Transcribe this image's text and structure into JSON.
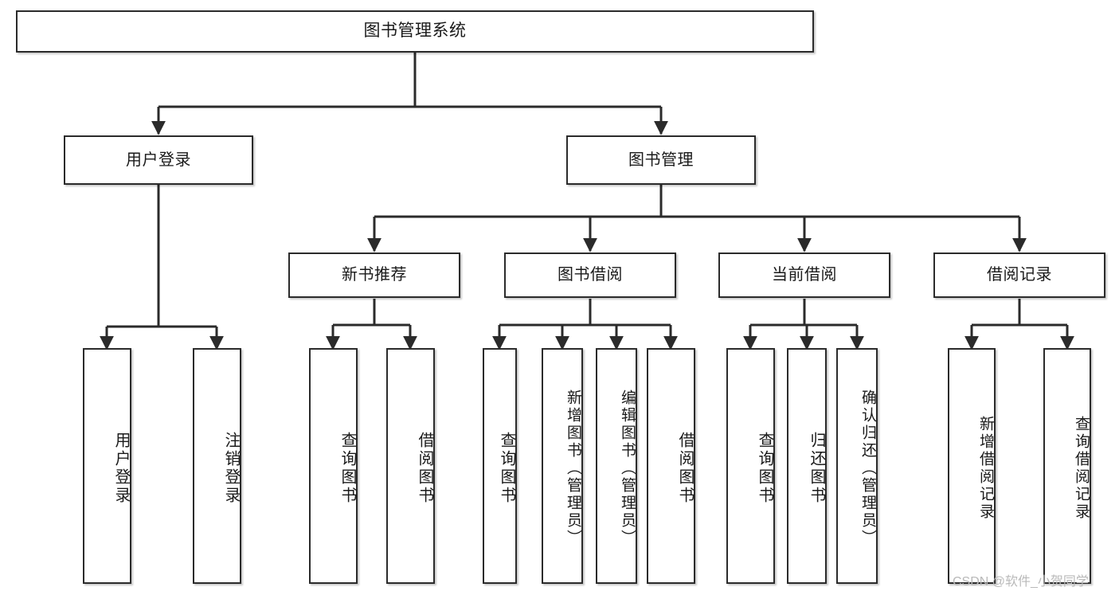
{
  "diagram": {
    "title": "图书管理系统",
    "type": "functional-hierarchy-tree",
    "watermark": "CSDN @软件_小贺同学",
    "colors": {
      "box_border": "#2b2b2b",
      "box_fill": "#ffffff",
      "edge": "#2b2b2b",
      "text": "#1a1a1a",
      "watermark": "#b9b9b9",
      "background": "#ffffff"
    },
    "nodes": {
      "root": {
        "label": "图书管理系统",
        "level": 1
      },
      "user_login": {
        "label": "用户登录",
        "level": 2
      },
      "book_manage": {
        "label": "图书管理",
        "level": 2
      },
      "new_book_rec": {
        "label": "新书推荐",
        "level": 3
      },
      "book_borrow": {
        "label": "图书借阅",
        "level": 3
      },
      "current_borrow": {
        "label": "当前借阅",
        "level": 3
      },
      "borrow_record": {
        "label": "借阅记录",
        "level": 3
      },
      "leaf_user_login": {
        "label": "用户登录",
        "level": 4
      },
      "leaf_logout": {
        "label": "注销登录",
        "level": 4
      },
      "leaf_query_book_1": {
        "label": "查询图书",
        "level": 4
      },
      "leaf_borrow_book_1": {
        "label": "借阅图书",
        "level": 4
      },
      "leaf_query_book_2": {
        "label": "查询图书",
        "level": 4
      },
      "leaf_add_book": {
        "label": "新增图书（管理员）",
        "level": 4
      },
      "leaf_edit_book": {
        "label": "编辑图书（管理员）",
        "level": 4
      },
      "leaf_borrow_book_2": {
        "label": "借阅图书",
        "level": 4
      },
      "leaf_query_book_3": {
        "label": "查询图书",
        "level": 4
      },
      "leaf_return_book": {
        "label": "归还图书",
        "level": 4
      },
      "leaf_confirm_return": {
        "label": "确认归还（管理员）",
        "level": 4
      },
      "leaf_add_record": {
        "label": "新增借阅记录",
        "level": 4
      },
      "leaf_query_record": {
        "label": "查询借阅记录",
        "level": 4
      }
    },
    "edges": [
      {
        "from": "root",
        "to": "user_login"
      },
      {
        "from": "root",
        "to": "book_manage"
      },
      {
        "from": "user_login",
        "to": "leaf_user_login"
      },
      {
        "from": "user_login",
        "to": "leaf_logout"
      },
      {
        "from": "book_manage",
        "to": "new_book_rec"
      },
      {
        "from": "book_manage",
        "to": "book_borrow"
      },
      {
        "from": "book_manage",
        "to": "current_borrow"
      },
      {
        "from": "book_manage",
        "to": "borrow_record"
      },
      {
        "from": "new_book_rec",
        "to": "leaf_query_book_1"
      },
      {
        "from": "new_book_rec",
        "to": "leaf_borrow_book_1"
      },
      {
        "from": "book_borrow",
        "to": "leaf_query_book_2"
      },
      {
        "from": "book_borrow",
        "to": "leaf_add_book"
      },
      {
        "from": "book_borrow",
        "to": "leaf_edit_book"
      },
      {
        "from": "book_borrow",
        "to": "leaf_borrow_book_2"
      },
      {
        "from": "current_borrow",
        "to": "leaf_query_book_3"
      },
      {
        "from": "current_borrow",
        "to": "leaf_return_book"
      },
      {
        "from": "current_borrow",
        "to": "leaf_confirm_return"
      },
      {
        "from": "borrow_record",
        "to": "leaf_add_record"
      },
      {
        "from": "borrow_record",
        "to": "leaf_query_record"
      }
    ]
  }
}
